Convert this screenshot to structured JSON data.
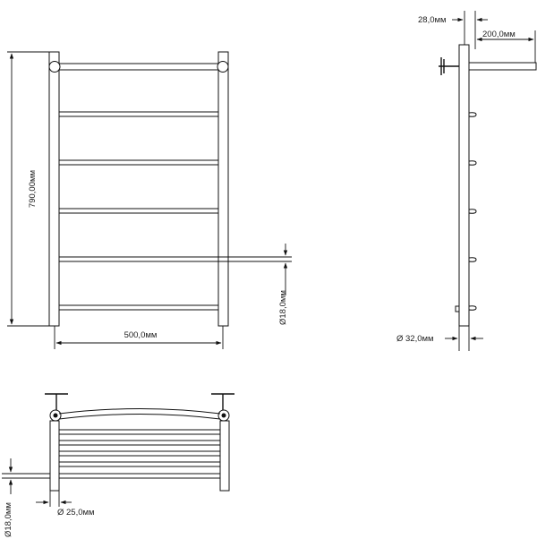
{
  "dimensions": {
    "height_label": "790,00мм",
    "width_label": "500,0мм",
    "rung_diameter_label": "Ø18,0мм",
    "wall_offset_label": "28,0мм",
    "projection_label": "200,0мм",
    "tube_diameter_label": "Ø 32,0мм",
    "bottom_rung_label": "Ø18,0мм",
    "mount_label": "Ø 25,0мм"
  }
}
